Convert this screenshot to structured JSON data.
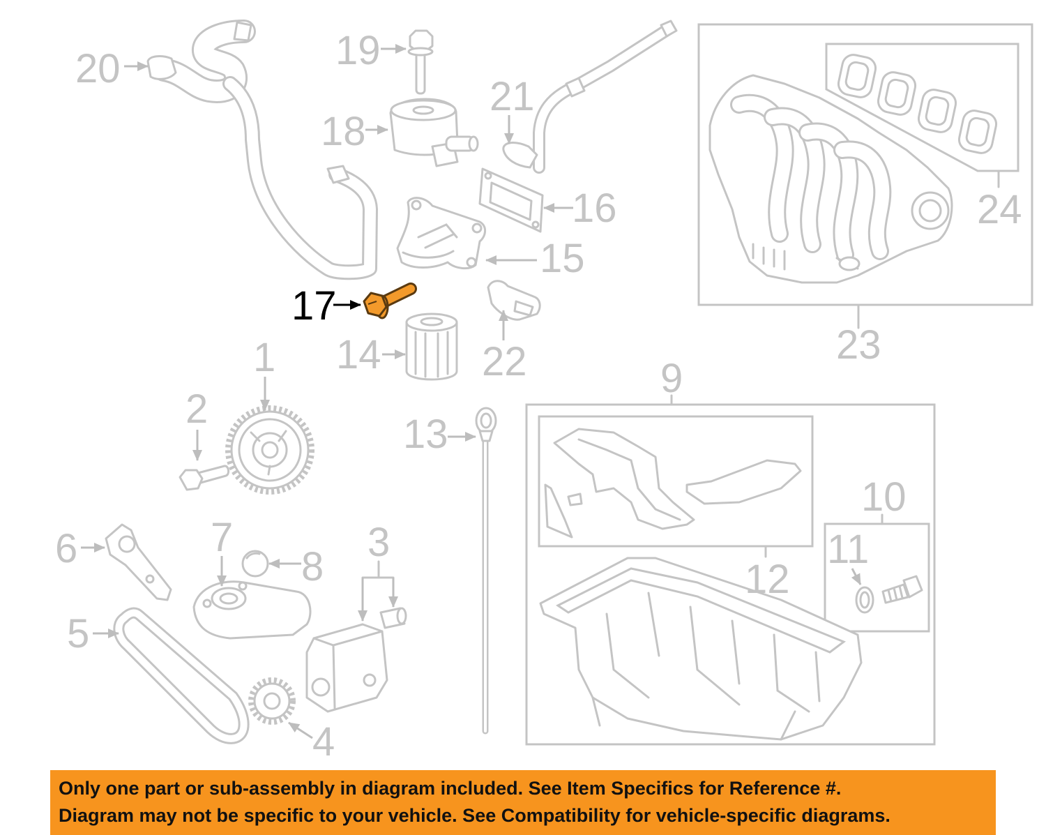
{
  "diagram": {
    "highlight_color": "#F39A2B",
    "callout_color": "#C4C4C4",
    "callouts": {
      "part_1": "1",
      "part_2": "2",
      "part_3": "3",
      "part_4": "4",
      "part_5": "5",
      "part_6": "6",
      "part_7": "7",
      "part_8": "8",
      "part_9": "9",
      "part_10": "10",
      "part_11": "11",
      "part_12": "12",
      "part_13": "13",
      "part_14": "14",
      "part_15": "15",
      "part_16": "16",
      "part_17": "17",
      "part_18": "18",
      "part_19": "19",
      "part_20": "20",
      "part_21": "21",
      "part_22": "22",
      "part_23": "23",
      "part_24": "24"
    }
  },
  "banner": {
    "background": "#F7941E",
    "line1": "Only one part or sub-assembly in diagram included. See Item Specifics for Reference #.",
    "line2": "Diagram may not be specific to your vehicle. See Compatibility for vehicle-specific diagrams."
  }
}
